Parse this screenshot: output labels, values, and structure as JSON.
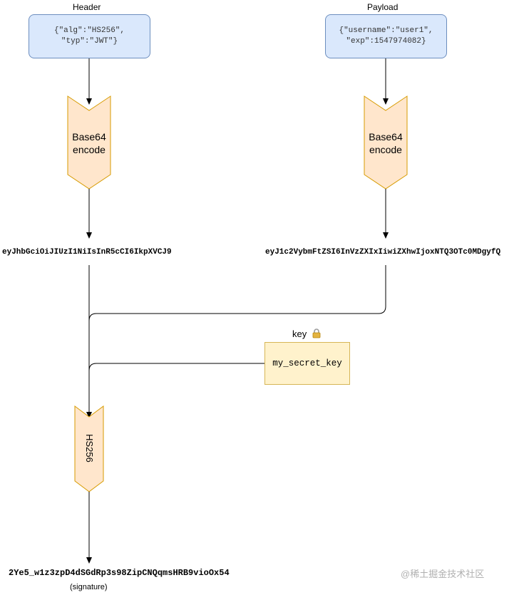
{
  "header": {
    "title": "Header",
    "json_line1": "{\"alg\":\"HS256\",",
    "json_line2": "\"typ\":\"JWT\"}"
  },
  "payload": {
    "title": "Payload",
    "json_line1": "{\"username\":\"user1\",",
    "json_line2": "\"exp\":1547974082}"
  },
  "encode_left": {
    "line1": "Base64",
    "line2": "encode"
  },
  "encode_right": {
    "line1": "Base64",
    "line2": "encode"
  },
  "encoded_header": "eyJhbGciOiJIUzI1NiIsInR5cCI6IkpXVCJ9",
  "encoded_payload": "eyJ1c2VybmFtZSI6InVzZXIxIiwiZXhwIjoxNTQ3OTc0MDgyfQ",
  "key": {
    "title": "key",
    "value": "my_secret_key",
    "icon": "lock-icon"
  },
  "hash": {
    "label": "HS256"
  },
  "signature": {
    "value": "2Ye5_w1z3zpD4dSGdRp3s98ZipCNQqmsHRB9vioOx54",
    "caption": "(signature)"
  },
  "watermark": "@稀土掘金技术社区",
  "colors": {
    "blue_fill": "#dae8fc",
    "blue_stroke": "#6c8ebf",
    "orange_fill": "#ffe6cc",
    "orange_stroke": "#d79b00",
    "yellow_fill": "#fff2cc",
    "yellow_stroke": "#d6b656"
  }
}
